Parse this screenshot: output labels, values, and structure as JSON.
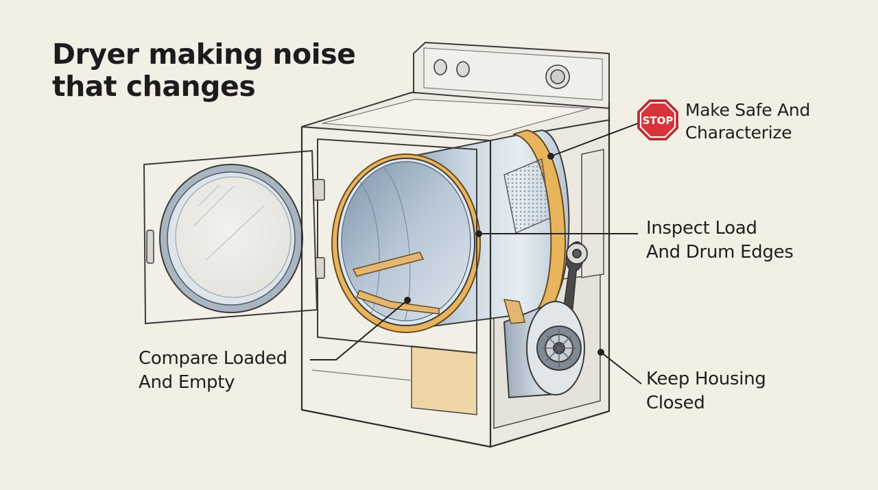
{
  "title": {
    "line1": "Dryer making noise",
    "line2": "that changes"
  },
  "callouts": {
    "make_safe": {
      "line1": "Make Safe And",
      "line2": "Characterize",
      "badge": "STOP"
    },
    "inspect": {
      "line1": "Inspect Load",
      "line2": "And Drum Edges"
    },
    "compare": {
      "line1": "Compare Loaded",
      "line2": "And Empty"
    },
    "keep_closed": {
      "line1": "Keep Housing",
      "line2": "Closed"
    }
  },
  "colors": {
    "background": "#f3efe5",
    "stop_red": "#d8333a",
    "accent_amber": "#e8b45c",
    "drum_blue": "#a9bccd",
    "line_ink": "#2a2a2a"
  },
  "icons": {
    "stop_badge": "stop-sign-icon"
  }
}
